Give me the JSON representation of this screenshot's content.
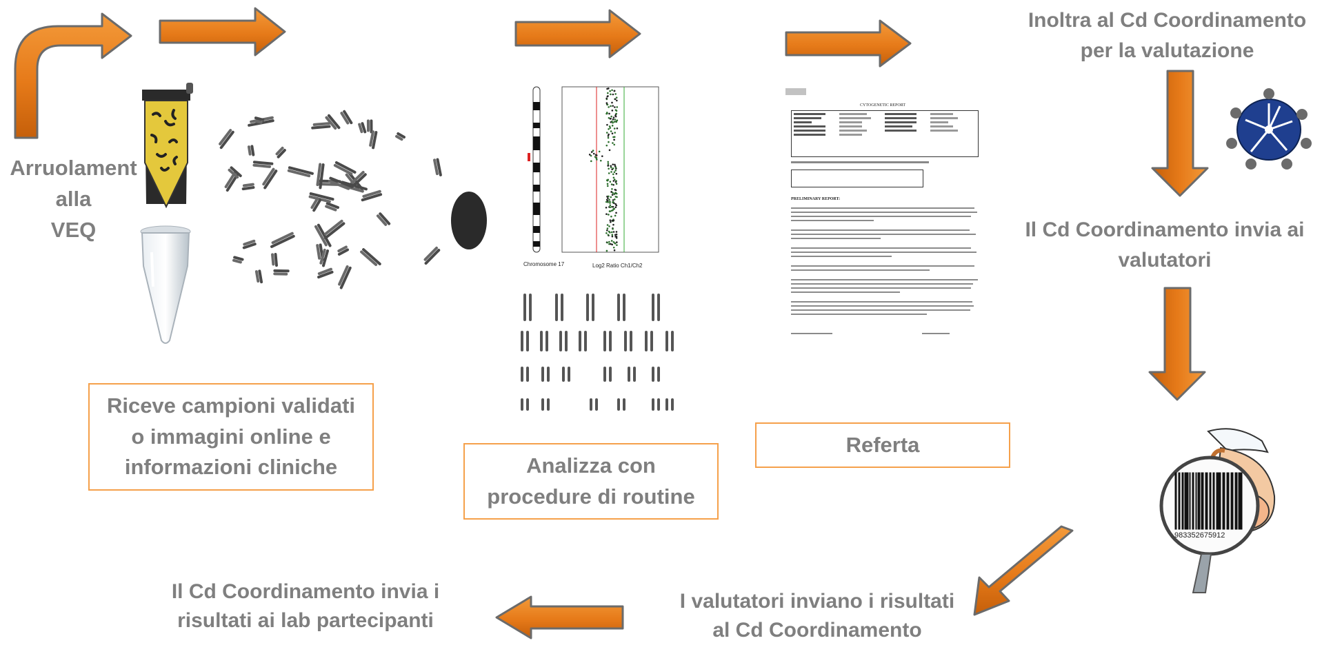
{
  "steps": {
    "enrollment": "Arruolamento alla VEQ",
    "receive": "Riceve campioni validati o immagini online e informazioni cliniche",
    "analyze": "Analizza con procedure di routine",
    "report": "Referta",
    "forward": "Inoltra al Cd Coordinamento per la valutazione",
    "send_evaluators": "Il Cd Coordinamento invia ai valutatori",
    "evaluators_send": "I valutatori inviano i risultati al Cd Coordinamento",
    "send_labs": "Il  Cd Coordinamento invia i risultati ai lab partecipanti"
  },
  "lines": {
    "enrollment": [
      "Arruolament",
      "alla",
      "VEQ"
    ],
    "receive": [
      "Riceve campioni validati",
      "o immagini online e",
      "informazioni cliniche"
    ],
    "analyze": [
      "Analizza con",
      "procedure di routine"
    ],
    "forward": [
      "Inoltra al Cd Coordinamento",
      "per la valutazione"
    ],
    "send_evaluators": [
      "Il Cd Coordinamento invia ai",
      "valutatori"
    ],
    "evaluators_send": [
      "I valutatori inviano i risultati",
      "al Cd Coordinamento"
    ],
    "send_labs": [
      "Il  Cd Coordinamento invia i",
      "risultati ai lab partecipanti"
    ]
  },
  "report_document": {
    "title": "CYTOGENETIC REPORT",
    "preliminary": "PRELIMINARY REPORT:",
    "barcode_number": "983352675912"
  },
  "graph_labels": {
    "chromosome": "Chromosome 17",
    "axis": "Log2 Ratio Ch1/Ch2"
  },
  "colors": {
    "arrow_orange": "#e67a19",
    "arrow_dark": "#6b6b6b",
    "box_border": "#f5a04a",
    "text_gray": "#7f7f7f"
  }
}
